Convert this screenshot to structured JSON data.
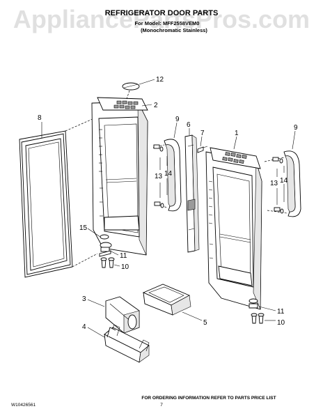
{
  "watermark": "AppliancePartsPros.com",
  "header": {
    "title": "REFRIGERATOR DOOR PARTS",
    "model_line": "For Model: MFF2558VEM0",
    "variant_line": "(Monochromatic Stainless)"
  },
  "callouts": {
    "c1": "1",
    "c2": "2",
    "c3": "3",
    "c4": "4",
    "c5": "5",
    "c6": "6",
    "c7": "7",
    "c8": "8",
    "c9a": "9",
    "c9b": "9",
    "c10a": "10",
    "c10b": "10",
    "c11a": "11",
    "c11b": "11",
    "c12": "12",
    "c13a": "13",
    "c13b": "13",
    "c14a": "14",
    "c14b": "14",
    "c15": "15"
  },
  "footer": {
    "ordering_note": "FOR ORDERING INFORMATION REFER TO PARTS PRICE LIST",
    "doc_number": "W10426561",
    "page_number": "7"
  }
}
